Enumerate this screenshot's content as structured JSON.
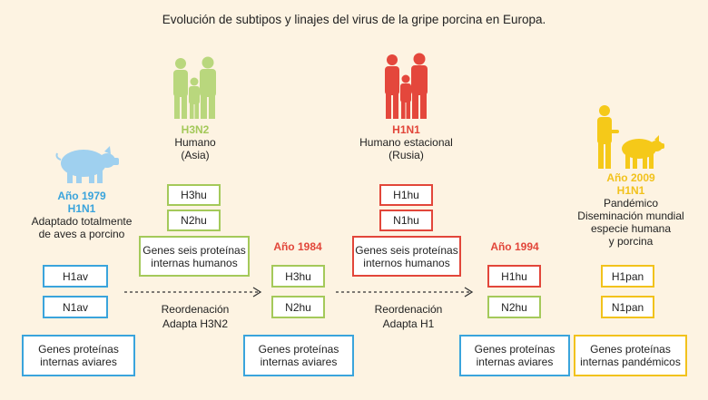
{
  "title": "Evolución de subtipos y linajes del virus de la gripe porcina en Europa.",
  "colors": {
    "green": "#a4c95a",
    "red": "#e2463a",
    "blue": "#3aa4dc",
    "yellow": "#f2c21c",
    "pig_blue": "#9fd0ef",
    "human_green": "#b9d77d",
    "human_red": "#e4473c",
    "human_yellow": "#f5c919"
  },
  "avian": {
    "icon": "pig-icon",
    "year": "Año 1979",
    "subtype": "H1N1",
    "desc1": "Adaptado totalmente",
    "desc2": "de aves a porcino",
    "h_box": "H1av",
    "n_box": "N1av",
    "genes_line1": "Genes proteínas",
    "genes_line2": "internas aviares"
  },
  "asia": {
    "icon": "human-family-icon",
    "subtype": "H3N2",
    "desc1": "Humano",
    "desc2": "(Asia)",
    "h_box": "H3hu",
    "n_box": "N2hu",
    "genes_line1": "Genes seis proteínas",
    "genes_line2": "internas humanos"
  },
  "russia": {
    "icon": "human-family-icon",
    "subtype": "H1N1",
    "desc1": "Humano estacional",
    "desc2": "(Rusia)",
    "h_box": "H1hu",
    "n_box": "N1hu",
    "genes_line1": "Genes seis proteínas",
    "genes_line2": "internos humanos"
  },
  "reassort1": {
    "label1": "Reordenación",
    "label2": "Adapta H3N2",
    "year": "Año 1984",
    "h_box": "H3hu",
    "n_box": "N2hu",
    "genes_line1": "Genes proteínas",
    "genes_line2": "internas aviares"
  },
  "reassort2": {
    "label1": "Reordenación",
    "label2": "Adapta H1",
    "year": "Año 1994",
    "h_box": "H1hu",
    "n_box": "N2hu",
    "genes_line1": "Genes proteínas",
    "genes_line2": "internas aviares"
  },
  "pandemic": {
    "icon": "human-with-pig-icon",
    "year": "Año 2009",
    "subtype": "H1N1",
    "desc1": "Pandémico",
    "desc2": "Diseminación mundial",
    "desc3": "especie humana",
    "desc4": "y porcina",
    "h_box": "H1pan",
    "n_box": "N1pan",
    "genes_line1": "Genes proteínas",
    "genes_line2": "internas pandémicos"
  }
}
